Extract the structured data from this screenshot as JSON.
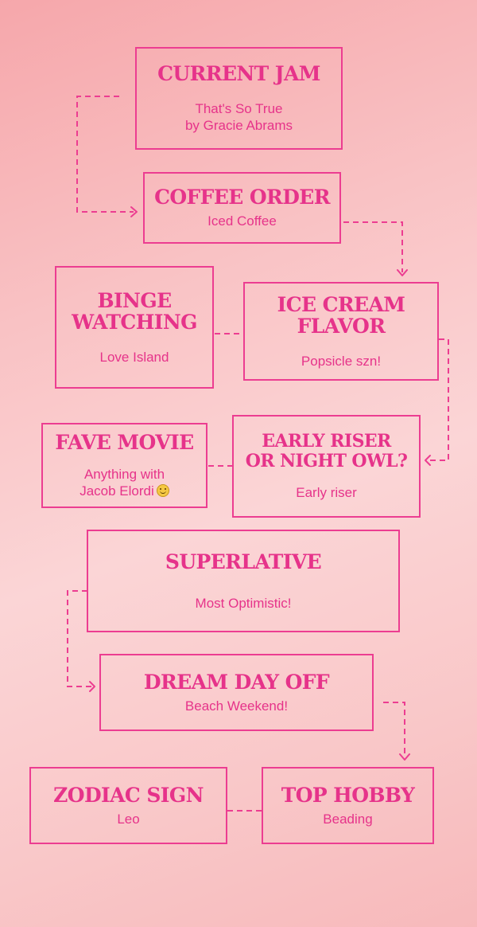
{
  "colors": {
    "accent": "#e6338a",
    "border": "#ec3d91",
    "background_top": "#f6a7ab",
    "background_bottom": "#f7b9bb"
  },
  "boxes": [
    {
      "id": "current-jam",
      "title": "CURRENT JAM",
      "value": "That's So True\nby Gracie Abrams"
    },
    {
      "id": "coffee-order",
      "title": "COFFEE ORDER",
      "value": "Iced Coffee"
    },
    {
      "id": "binge-watching",
      "title": "BINGE\nWATCHING",
      "value": "Love Island"
    },
    {
      "id": "ice-cream-flavor",
      "title": "ICE CREAM\nFLAVOR",
      "value": "Popsicle szn!"
    },
    {
      "id": "fave-movie",
      "title": "FAVE MOVIE",
      "value": "Anything with\nJacob Elordi",
      "icon": "smiling-face-icon"
    },
    {
      "id": "early-riser",
      "title": "EARLY RISER\nOR NIGHT OWL?",
      "value": "Early riser"
    },
    {
      "id": "superlative",
      "title": "SUPERLATIVE",
      "value": "Most Optimistic!"
    },
    {
      "id": "dream-day-off",
      "title": "DREAM DAY OFF",
      "value": "Beach Weekend!"
    },
    {
      "id": "zodiac-sign",
      "title": "ZODIAC SIGN",
      "value": "Leo"
    },
    {
      "id": "top-hobby",
      "title": "TOP HOBBY",
      "value": "Beading"
    }
  ]
}
